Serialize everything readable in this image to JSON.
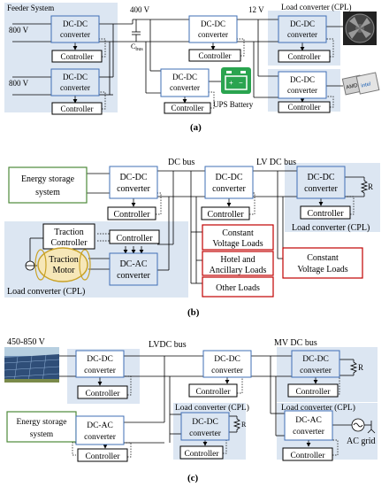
{
  "colors": {
    "region": "#dce6f2",
    "converter_border": "#3f6fb5",
    "controller_border": "#000000",
    "load_border": "#c00000",
    "storage_border": "#4e8a3a",
    "bus_line": "#000000",
    "battery": "#2aa44f"
  },
  "panel_a": {
    "caption": "(a)",
    "feeder_system": "Feeder System",
    "v_800_top": "800 V",
    "v_800_bottom": "800 V",
    "v_400": "400 V",
    "v_12": "12 V",
    "cbus": "C",
    "cbus_sub": "bus",
    "load_converter": "Load converter (CPL)",
    "ups_battery": "UPS Battery",
    "conv_line1": "DC-DC",
    "conv_line2": "converter",
    "controller": "Controller",
    "fan_icon": "fan-icon",
    "chip_icon": "processor-chip-icon",
    "chip_text_1": "AMD",
    "chip_text_2": "intel"
  },
  "panel_b": {
    "caption": "(b)",
    "energy_storage": [
      "Energy storage",
      "system"
    ],
    "dc_bus": "DC bus",
    "lv_dc_bus": "LV DC bus",
    "dcdc": [
      "DC-DC",
      "converter"
    ],
    "dcac": [
      "DC-AC",
      "converter"
    ],
    "controller": "Controller",
    "r_label": "R",
    "load_converter": "Load converter (CPL)",
    "load_converter_bottom": "Load converter (CPL)",
    "traction_controller": [
      "Traction",
      "Controller"
    ],
    "traction_motor": [
      "Traction",
      "Motor"
    ],
    "const_voltage_1": [
      "Constant",
      "Voltage Loads"
    ],
    "hotel": [
      "Hotel and",
      "Ancillary Loads"
    ],
    "other_loads": "Other Loads",
    "const_voltage_2": [
      "Constant",
      "Voltage Loads"
    ]
  },
  "panel_c": {
    "caption": "(c)",
    "pv_voltage": "450-850 V",
    "lvdc_bus": "LVDC bus",
    "mv_dc_bus": "MV DC bus",
    "dcdc": [
      "DC-DC",
      "converter"
    ],
    "dcac": [
      "DC-AC",
      "converter"
    ],
    "controller": "Controller",
    "r_label": "R",
    "load_converter_mid": "Load converter (CPL)",
    "load_converter_right": "Load converter (CPL)",
    "energy_storage": [
      "Energy storage",
      "system"
    ],
    "ac_grid": "AC grid",
    "solar_icon": "solar-panel-field-image"
  }
}
